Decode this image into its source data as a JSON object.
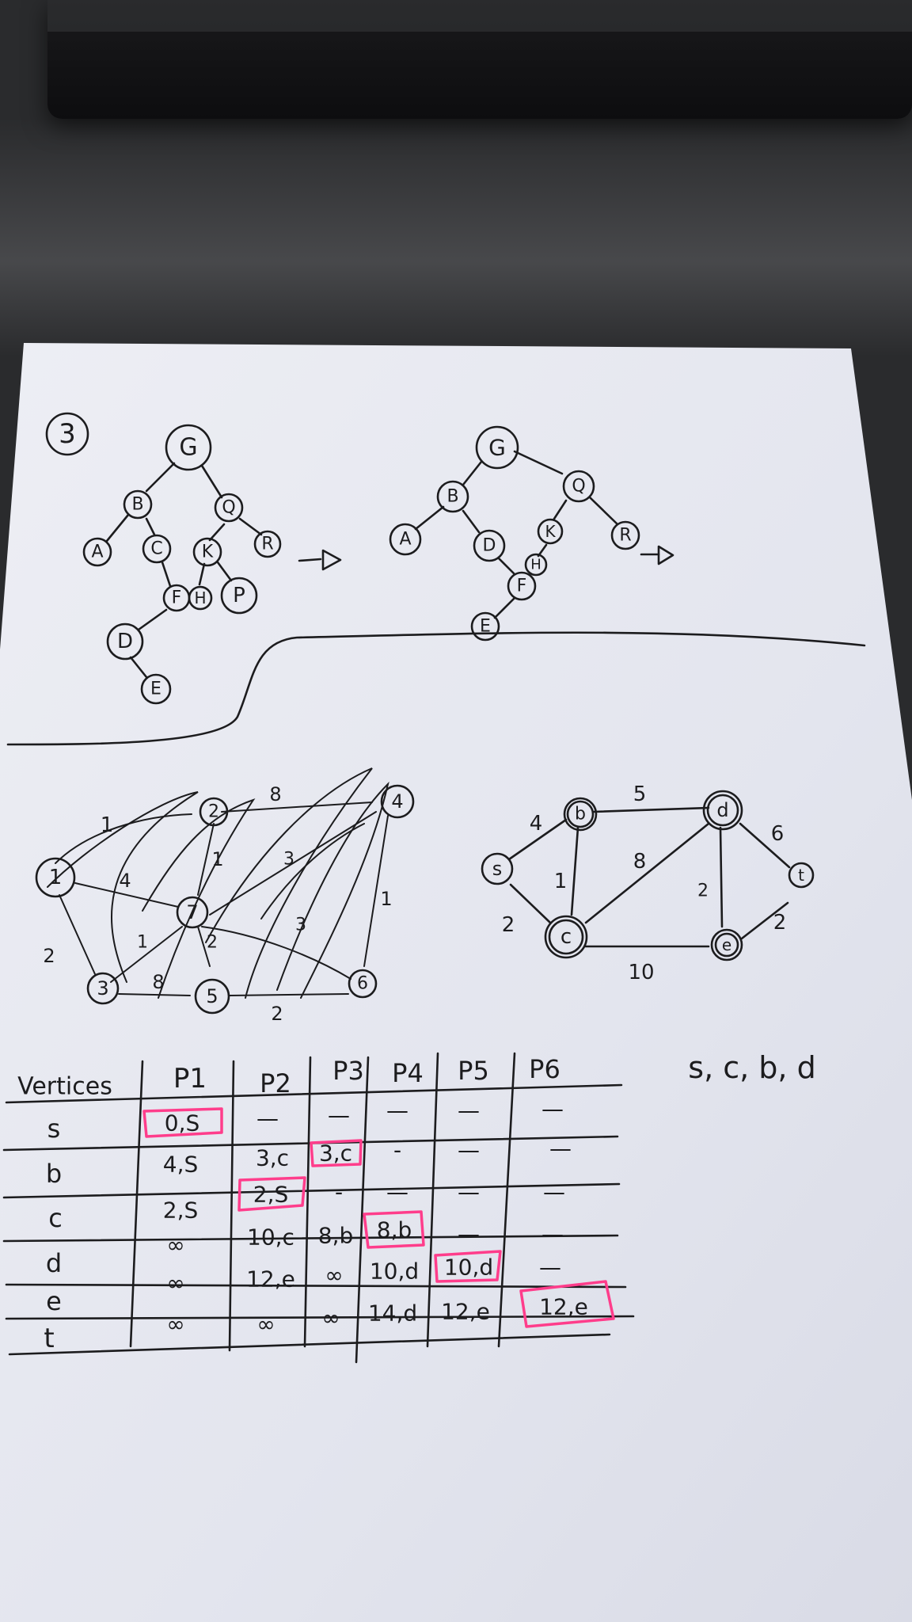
{
  "problem_number": "3",
  "tree_before": {
    "nodes": [
      "G",
      "B",
      "Q",
      "A",
      "C",
      "K",
      "R",
      "F",
      "H",
      "P",
      "D",
      "E"
    ],
    "arrow": "→"
  },
  "tree_after": {
    "nodes": [
      "G",
      "B",
      "Q",
      "A",
      "D",
      "K",
      "R",
      "H",
      "F",
      "E"
    ],
    "arrow": "→"
  },
  "graph_left": {
    "nodes": [
      "1",
      "2",
      "3",
      "4",
      "5",
      "6",
      "7"
    ],
    "edge_labels": [
      "1",
      "4",
      "2",
      "8",
      "1",
      "3",
      "3",
      "1",
      "2",
      "1",
      "8",
      "2"
    ]
  },
  "graph_right": {
    "nodes": [
      "s",
      "b",
      "c",
      "d",
      "e",
      "t"
    ],
    "edge_labels": [
      "4",
      "5",
      "6",
      "1",
      "8",
      "2",
      "2",
      "2",
      "10"
    ]
  },
  "table": {
    "headers": [
      "Vertices",
      "P1",
      "P2",
      "P3",
      "P4",
      "P5",
      "P6"
    ],
    "rows": [
      {
        "vertex": "s",
        "cells": [
          "0,S",
          "—",
          "—",
          "—",
          "—",
          "—"
        ]
      },
      {
        "vertex": "b",
        "cells": [
          "4,S",
          "3,c",
          "3,c",
          "-",
          "—",
          "—"
        ]
      },
      {
        "vertex": "c",
        "cells": [
          "2,S",
          "2,S",
          "-",
          "—",
          "—",
          "—"
        ]
      },
      {
        "vertex": "d",
        "cells": [
          "∞",
          "10,c",
          "8,b",
          "8,b",
          "—",
          "—"
        ]
      },
      {
        "vertex": "e",
        "cells": [
          "∞",
          "12,e",
          "∞",
          "10,d",
          "10,d",
          "—"
        ]
      },
      {
        "vertex": "t",
        "cells": [
          "∞",
          "∞",
          "∞",
          "14,d",
          "12,e",
          "12,e"
        ]
      }
    ]
  },
  "order_note": "s, c, b, d",
  "colors": {
    "ink": "#1c1c1e",
    "highlight": "#ff3d8b",
    "paper": "#e9ebf2"
  }
}
